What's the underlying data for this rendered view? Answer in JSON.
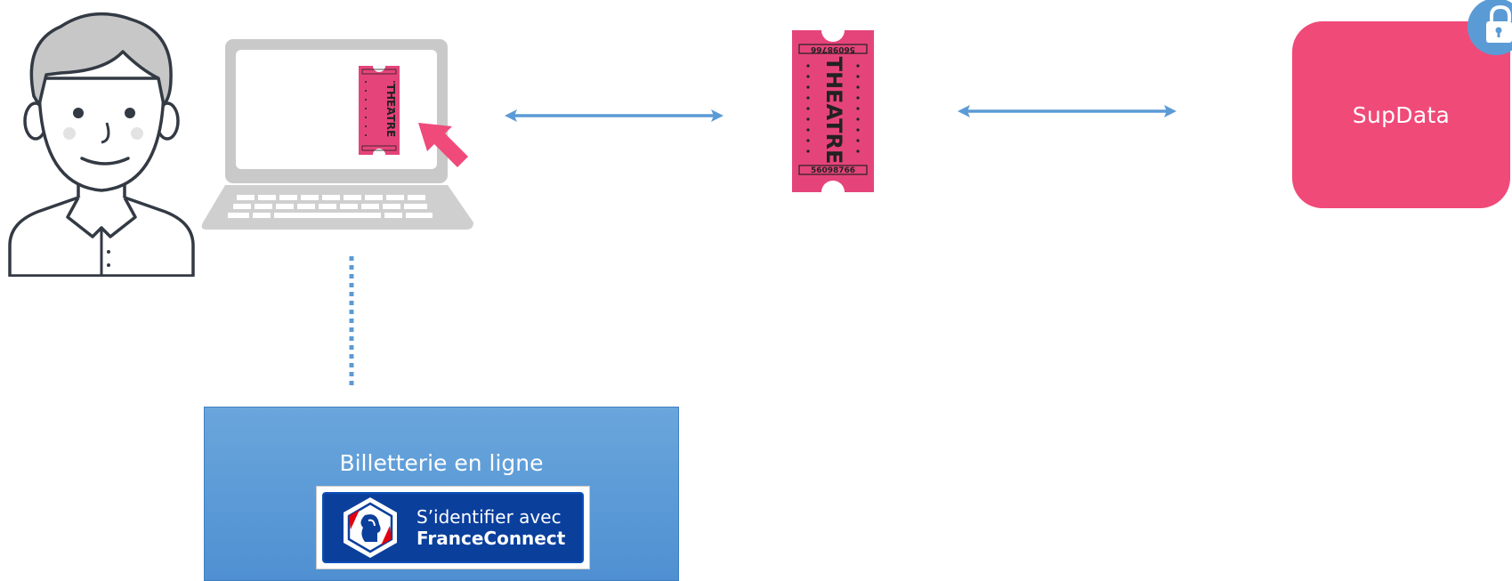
{
  "supdata": {
    "label": "SupData",
    "icon": "lock-icon"
  },
  "billetterie": {
    "title": "Billetterie en ligne",
    "franceconnect": {
      "line1": "S’identifier avec",
      "line2": "FranceConnect",
      "icon": "marianne-logo-icon"
    }
  },
  "ticket": {
    "word": "THEATRE",
    "serial": "56098766",
    "serial_inverted": "56098766"
  },
  "colors": {
    "ticket": "#e5447a",
    "supdata": "#f04a78",
    "arrow": "#5b9bd5",
    "panel": "#5b9bd5",
    "franceconnect": "#0a3f9c"
  }
}
